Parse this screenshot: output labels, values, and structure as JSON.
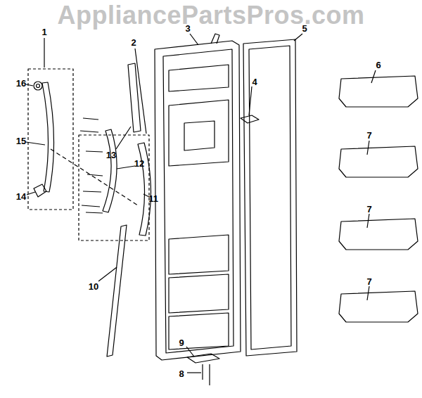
{
  "diagram": {
    "labels": [
      "AppliancePartsPros.com",
      "1",
      "2",
      "3",
      "5",
      "16",
      "6",
      "4",
      "15",
      "7",
      "13",
      "12",
      "14",
      "11",
      "7",
      "7",
      "10",
      "9",
      "8"
    ]
  }
}
